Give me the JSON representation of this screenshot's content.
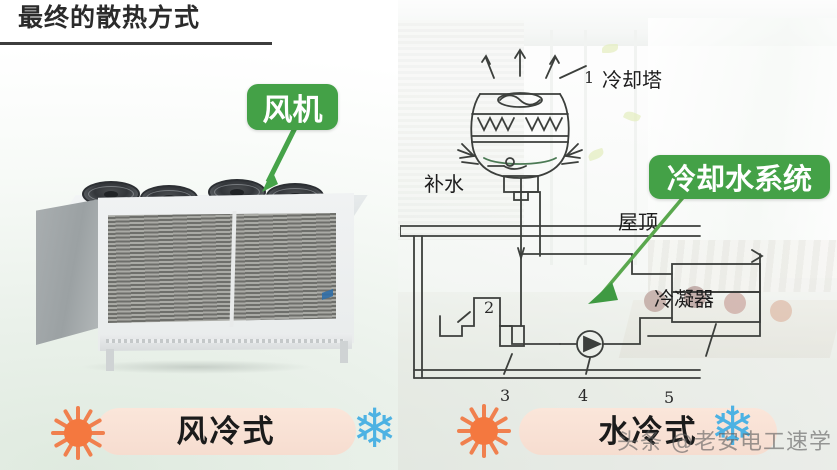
{
  "slide": {
    "title": "最终的散热方式",
    "accent_green": "#44a147",
    "accent_orange": "#f4783f",
    "accent_blue": "#4db2e3",
    "pill_background": "#f8e2d5"
  },
  "left_panel": {
    "photo_alt": "风冷式冷凝机组照片",
    "callout": {
      "label": "风机",
      "icon": "arrow-leader-icon"
    },
    "caption": {
      "label": "风冷式",
      "left_icon": "sun-icon",
      "right_icon": "snowflake-icon"
    }
  },
  "right_panel": {
    "callout": {
      "label": "冷却水系统",
      "icon": "arrow-leader-icon"
    },
    "caption": {
      "label": "水冷式",
      "left_icon": "sun-icon",
      "right_icon": "snowflake-icon"
    },
    "diagram": {
      "labels": [
        {
          "text": "冷却塔",
          "name": "label-cooling-tower"
        },
        {
          "text": "补水",
          "name": "label-makeup-water"
        },
        {
          "text": "屋顶",
          "name": "label-roof"
        },
        {
          "text": "冷凝器",
          "name": "label-condenser"
        }
      ],
      "callouts": [
        {
          "text": "1",
          "name": "callout-number-1"
        },
        {
          "text": "2",
          "name": "callout-number-2"
        },
        {
          "text": "3",
          "name": "callout-number-3"
        },
        {
          "text": "4",
          "name": "callout-number-4"
        },
        {
          "text": "5",
          "name": "callout-number-5"
        }
      ]
    }
  },
  "watermark": {
    "text": "头条 @老安电工速学"
  }
}
